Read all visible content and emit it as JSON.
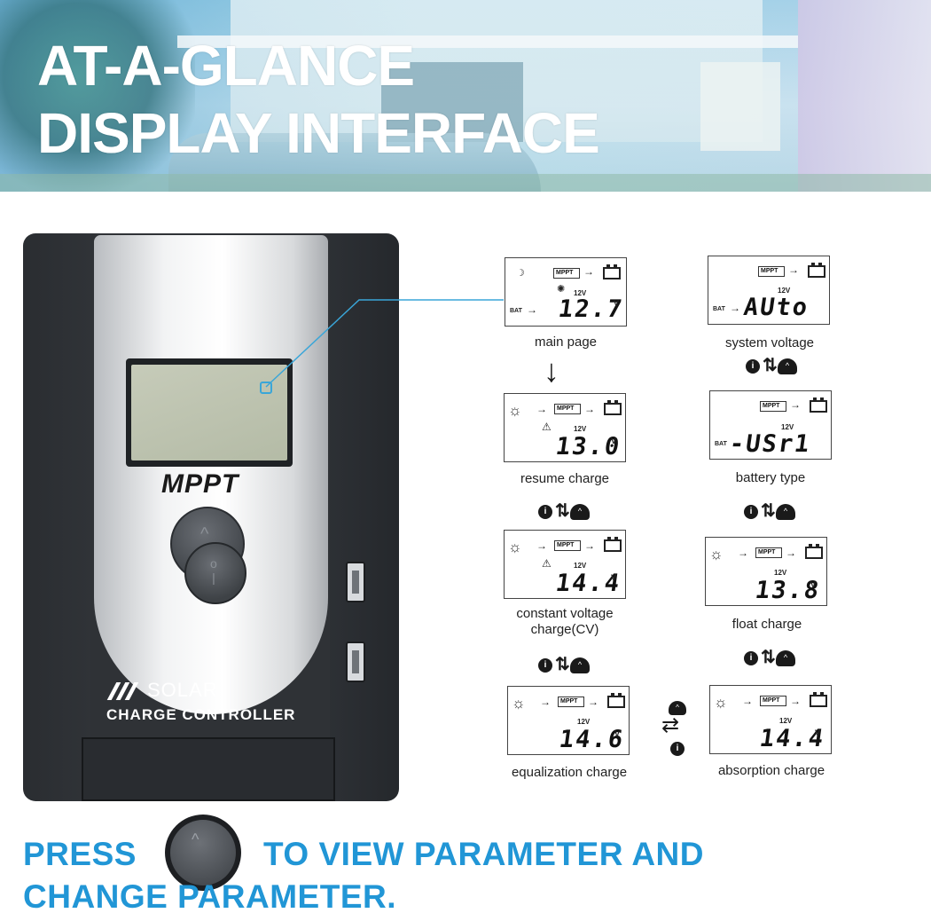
{
  "header": {
    "title_line1": "AT-A-GLANCE",
    "title_line2": "DISPLAY INTERFACE"
  },
  "device": {
    "brand": "MPPT",
    "label_solar": "SOLAR",
    "label_controller": "CHARGE CONTROLLER"
  },
  "panels": {
    "main_page": {
      "reading": "12.7",
      "unit": "V",
      "voltage": "12V",
      "bat_label": "BAT",
      "mppt": "MPPT",
      "caption": "main page"
    },
    "system_voltage": {
      "reading": "AUto",
      "voltage": "12V",
      "bat_label": "BAT",
      "mppt": "MPPT",
      "caption": "system voltage"
    },
    "resume_charge": {
      "reading": "13.0",
      "unit": "V",
      "voltage": "12V",
      "mppt": "MPPT",
      "caption": "resume charge"
    },
    "battery_type": {
      "reading": "-USr1",
      "voltage": "12V",
      "bat_label": "BAT",
      "mppt": "MPPT",
      "caption": "battery type"
    },
    "constant_voltage": {
      "reading": "14.4",
      "unit": "V",
      "voltage": "12V",
      "mppt": "MPPT",
      "caption_line1": "constant voltage",
      "caption_line2": "charge(CV)"
    },
    "float_charge": {
      "reading": "13.8",
      "unit": "V",
      "voltage": "12V",
      "mppt": "MPPT",
      "caption": "float charge"
    },
    "equalization_charge": {
      "reading": "14.6",
      "unit": "V",
      "voltage": "12V",
      "mppt": "MPPT",
      "caption": "equalization charge"
    },
    "absorption_charge": {
      "reading": "14.4",
      "unit": "V",
      "voltage": "12V",
      "mppt": "MPPT",
      "caption": "absorption charge"
    }
  },
  "footer": {
    "press": "PRESS",
    "view_change_line1": "TO VIEW PARAMETER AND",
    "view_change_line2": "CHANGE PARAMETER."
  },
  "colors": {
    "accent_blue": "#2196d6",
    "device_body": "#2f3236",
    "lcd_green": "#bcc2ad"
  },
  "icons": [
    "sun-icon",
    "moon-icon",
    "battery-icon",
    "warning-icon",
    "bulb-icon",
    "up-button-icon",
    "info-button-icon",
    "swap-arrows-icon",
    "down-arrow-icon"
  ]
}
